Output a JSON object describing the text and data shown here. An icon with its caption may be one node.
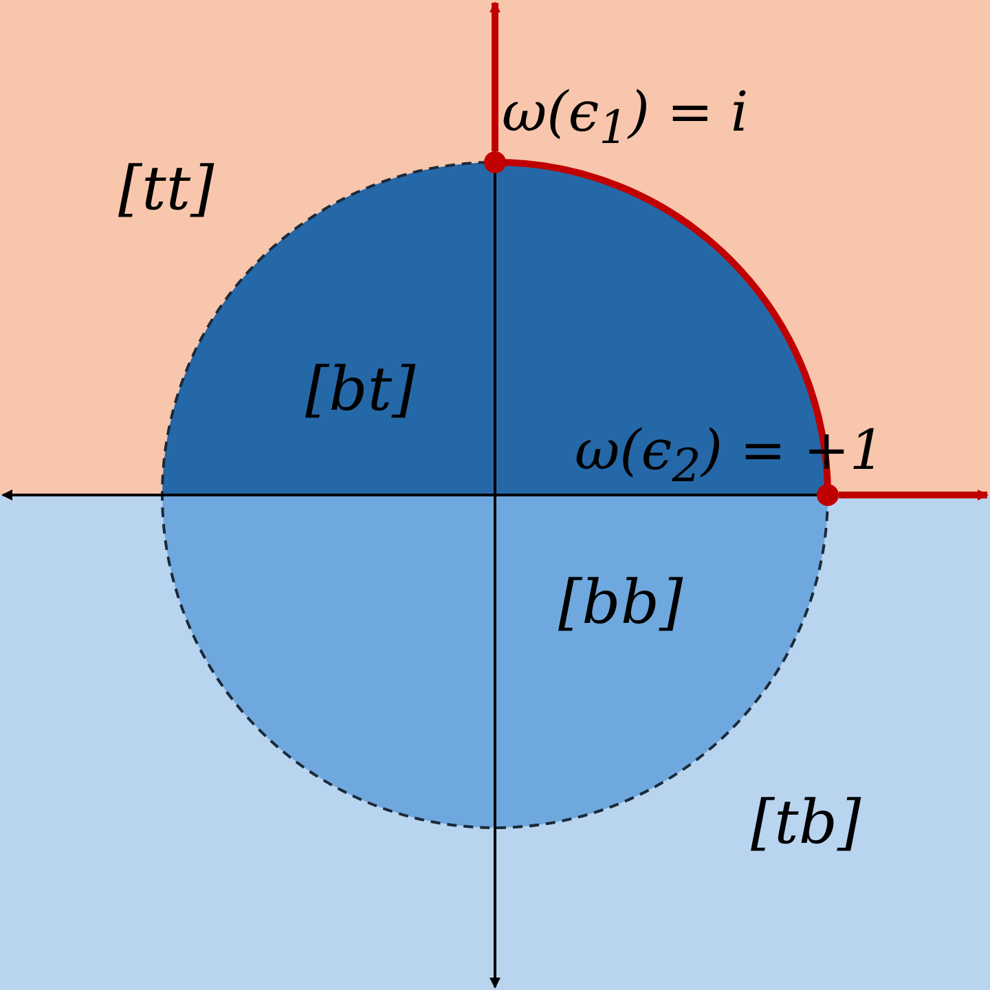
{
  "diagram": {
    "nodes": [
      {
        "text": [],
        "shape": "circle",
        "beside": [
          "ω(ϵ$_{1}$) = i"
        ]
      },
      {
        "text": [],
        "shape": "circle",
        "beside": [
          "ω(ϵ$_{2}$) = +1"
        ]
      }
    ],
    "edges": [
      {
        "from": 0,
        "to": 1,
        "arrow": "none"
      },
      {
        "from": 0,
        "to": null,
        "arrow": "to"
      },
      {
        "from": 1,
        "to": null,
        "arrow": "to"
      }
    ],
    "labels": [
      "[tt]",
      "[bt]",
      "[bb]",
      "[tb]"
    ]
  }
}
